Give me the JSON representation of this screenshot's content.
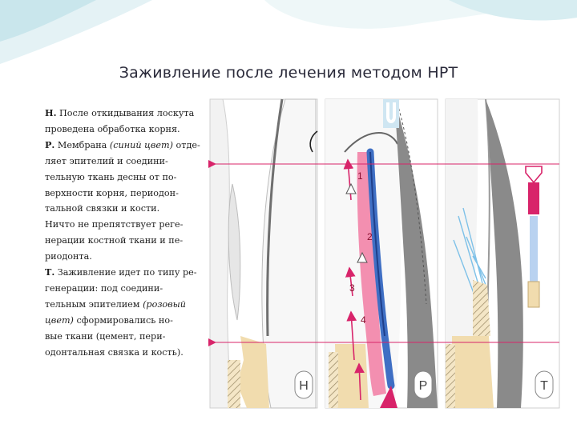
{
  "slide": {
    "title": "Заживление после лечения методом НРТ"
  },
  "caption_lines": [
    {
      "label": "Н.",
      "text": " После откидывания лоскута"
    },
    {
      "text": "проведена обработка корня."
    },
    {
      "label": "Р.",
      "text": " Мембрана ",
      "italic": "(синий цвет)",
      "text_after": " отде-"
    },
    {
      "text": "ляет эпителий и соедини-"
    },
    {
      "text": "тельную ткань десны от по-"
    },
    {
      "text": "верхности корня, периодон-"
    },
    {
      "text": "тальной связки и кости."
    },
    {
      "text": "Ничто не препятствует реге-"
    },
    {
      "text": "нерации костной ткани и пе-"
    },
    {
      "text": "риодонта."
    },
    {
      "label": "Т.",
      "text": " Заживление идет по типу ре-"
    },
    {
      "text": "генерации: под соедини-"
    },
    {
      "text": "тельным эпителием ",
      "italic": "(розовый"
    },
    {
      "italic": "цвет)",
      "text_after": " сформировались но-"
    },
    {
      "text": "вые ткани (цемент, пери-"
    },
    {
      "text": "одонтальная связка и кость)."
    }
  ],
  "illustration": {
    "panels": [
      {
        "letter": "Н"
      },
      {
        "letter": "Р"
      },
      {
        "letter": "Т"
      }
    ],
    "numbers": [
      "1",
      "2",
      "3",
      "4"
    ],
    "colors": {
      "membrane": "#3f6fc4",
      "pink_tissue": "#f38fb0",
      "guide_line": "#d8246a",
      "bone": "#f1dcae",
      "gingiva": "#6f6f6f"
    }
  }
}
